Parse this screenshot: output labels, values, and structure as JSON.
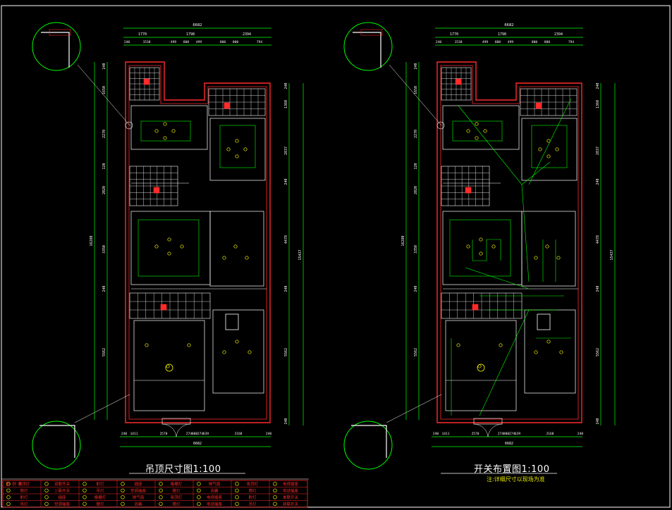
{
  "drawings": [
    {
      "title": "吊顶尺寸图1:100",
      "note": "",
      "dims_top_total": "6682",
      "dims_top_row1": [
        "1770",
        "1798",
        "2394"
      ],
      "dims_top_row2": [
        "240",
        "1530",
        "499",
        "800",
        "499",
        "800",
        "800",
        "794"
      ],
      "dims_left": [
        "240",
        "1650",
        "2270",
        "120",
        "2020",
        "3350",
        "240",
        "5562"
      ],
      "dims_left_total": "16280",
      "dims_right": [
        "240",
        "1360",
        "2837",
        "240",
        "4478",
        "240",
        "5562",
        "240"
      ],
      "dims_right_total": "15437",
      "dims_bottom_row1": [
        "240",
        "1411",
        "2570",
        "274",
        "800",
        "274",
        "639",
        "2168",
        "240"
      ],
      "dims_bottom_total": "6682"
    },
    {
      "title": "开关布置图1:100",
      "note": "注:详细尺寸以现场为准",
      "dims_top_total": "6682",
      "dims_top_row1": [
        "1770",
        "1798",
        "2394"
      ],
      "dims_top_row2": [
        "240",
        "1530",
        "499",
        "800",
        "499",
        "800",
        "800",
        "794"
      ],
      "dims_left": [
        "240",
        "1650",
        "2270",
        "120",
        "2020",
        "3350",
        "240",
        "5562"
      ],
      "dims_left_total": "16280",
      "dims_right": [
        "240",
        "1360",
        "2837",
        "240",
        "4478",
        "240",
        "5562",
        "240"
      ],
      "dims_right_total": "15437",
      "dims_bottom_row1": [
        "240",
        "1411",
        "2570",
        "274",
        "800",
        "274",
        "639",
        "2168",
        "240"
      ],
      "dims_bottom_total": "6682"
    }
  ],
  "legend": {
    "header": "图 例 表",
    "rows": [
      "吸顶灯",
      "筒灯",
      "射灯",
      "吊灯",
      "格栅灯",
      "壁灯"
    ],
    "cols": [
      "单联开关",
      "双联开关",
      "三联开关",
      "插座",
      "空调插座",
      "排气扇",
      "浴霸",
      "电视插座",
      "电话插座"
    ]
  },
  "colors": {
    "background": "#000000",
    "wall": "#ff2a2a",
    "interior": "#ffffff",
    "dimension": "#00ff00",
    "fixture": "#ffff00",
    "frame": "#ffffff"
  }
}
